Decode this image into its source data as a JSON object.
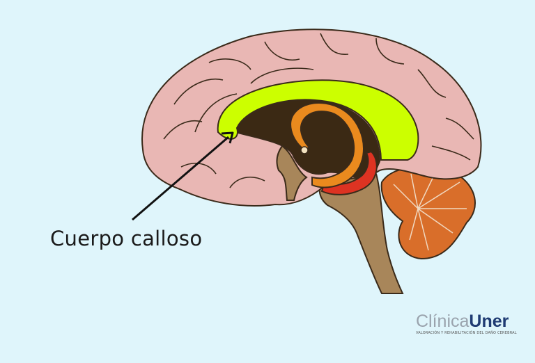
{
  "diagram": {
    "label": "Cuerpo calloso",
    "colors": {
      "background": "#dff5fb",
      "cerebrum": "#e9b7b4",
      "corpus_callosum": "#ccff00",
      "ventricle": "#3b2914",
      "brainstem": "#a8865a",
      "cerebellum": "#d96e2a",
      "fornix": "#ea8a1e",
      "red_structure": "#dd3322"
    }
  },
  "logo": {
    "name_part1": "Clínica",
    "name_part2": "Uner",
    "tagline": "VALORACIÓN Y REHABILITACIÓN DEL DAÑO CEREBRAL"
  }
}
